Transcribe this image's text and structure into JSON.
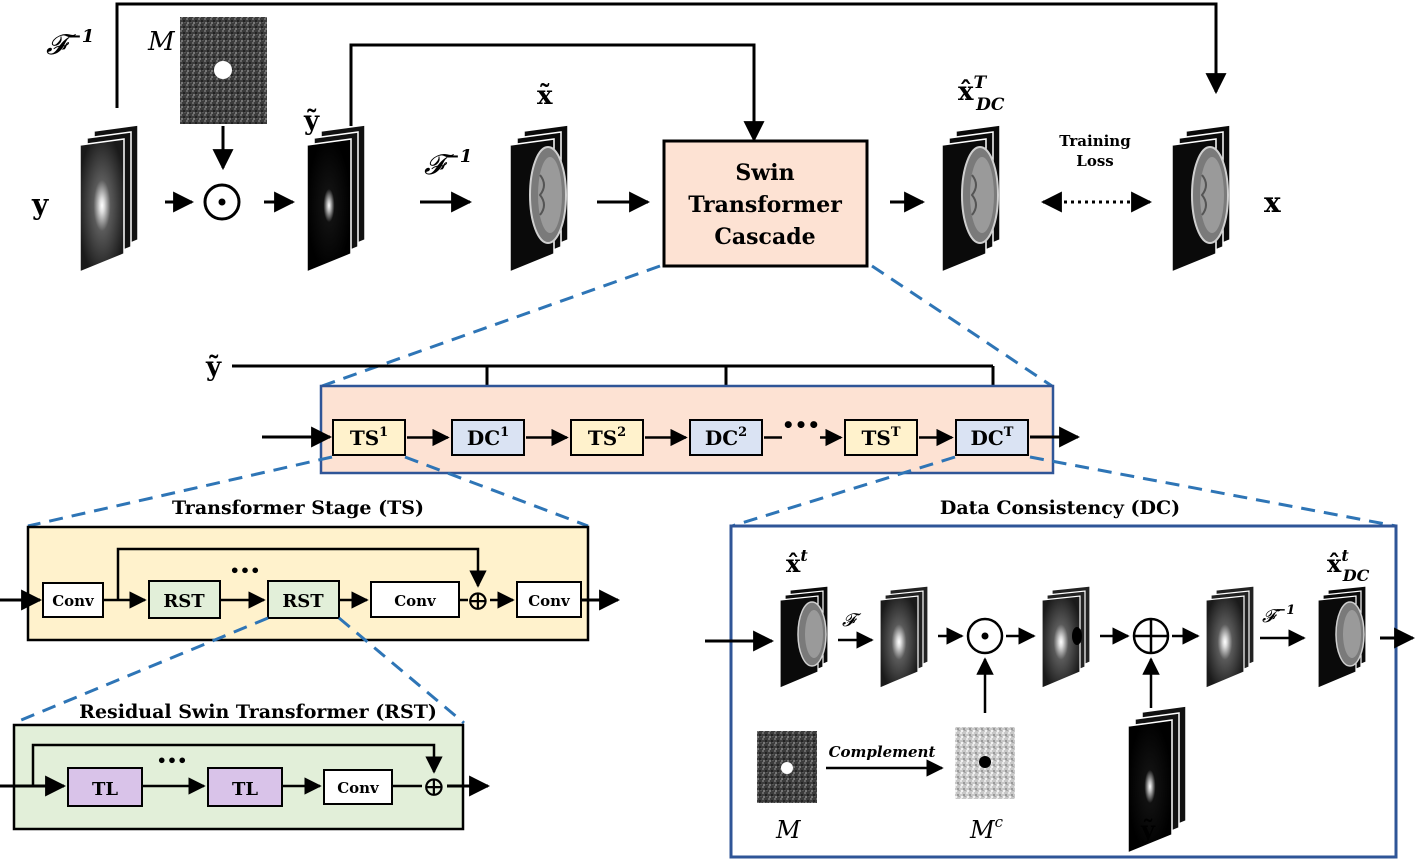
{
  "top": {
    "y_label": "y",
    "x_label": "x",
    "ytilde_label": "ỹ",
    "xtilde_label": "x̃",
    "mask_label": "M",
    "finv_top": "𝓕",
    "finv_mid": "𝓕",
    "finv_exp": "−1",
    "odot_symbol": "⊙",
    "cascade_line1": "Swin",
    "cascade_line2": "Transformer",
    "cascade_line3": "Cascade",
    "xhat_base": "x̂",
    "xhat_sup": "T",
    "xhat_sub": "DC",
    "training_loss_1": "Training",
    "training_loss_2": "Loss"
  },
  "cascade": {
    "ytilde_label": "ỹ",
    "ellipsis": "•••",
    "blocks": [
      {
        "base": "TS",
        "sup": "1",
        "kind": "ts"
      },
      {
        "base": "DC",
        "sup": "1",
        "kind": "dc"
      },
      {
        "base": "TS",
        "sup": "2",
        "kind": "ts"
      },
      {
        "base": "DC",
        "sup": "2",
        "kind": "dc"
      },
      {
        "base": "TS",
        "sup": "T",
        "kind": "ts"
      },
      {
        "base": "DC",
        "sup": "T",
        "kind": "dc"
      }
    ]
  },
  "ts_panel": {
    "title": "Transformer Stage (TS)",
    "conv1": "Conv",
    "rst1": "RST",
    "ellipsis": "•••",
    "rst2": "RST",
    "conv2": "Conv",
    "oplus": "⊕",
    "conv3": "Conv"
  },
  "rst_panel": {
    "title": "Residual Swin Transformer (RST)",
    "tl1": "TL",
    "ellipsis": "•••",
    "tl2": "TL",
    "conv": "Conv",
    "oplus": "⊕"
  },
  "dc_panel": {
    "title": "Data Consistency (DC)",
    "xhat_t_base": "x̂",
    "xhat_t_sup": "t",
    "xhat_dc_base": "x̂",
    "xhat_dc_sup": "t",
    "xhat_dc_sub": "DC",
    "f_label": "𝓕",
    "finv_label": "𝓕",
    "finv_exp": "−1",
    "odot": "⊙",
    "oplus": "⊕",
    "complement": "Complement",
    "m_label": "M",
    "mc_label": "M",
    "mc_sup": "c",
    "ytilde_label": "ỹ"
  },
  "colors": {
    "cascade_fill": "#fde2d3",
    "ts_fill": "#fff2cc",
    "dc_fill": "#dae3f3",
    "rst_fill": "#e2efd9",
    "tl_fill": "#d9c3e9",
    "panel_border": "#2f5597",
    "dash": "#2e75b6"
  }
}
